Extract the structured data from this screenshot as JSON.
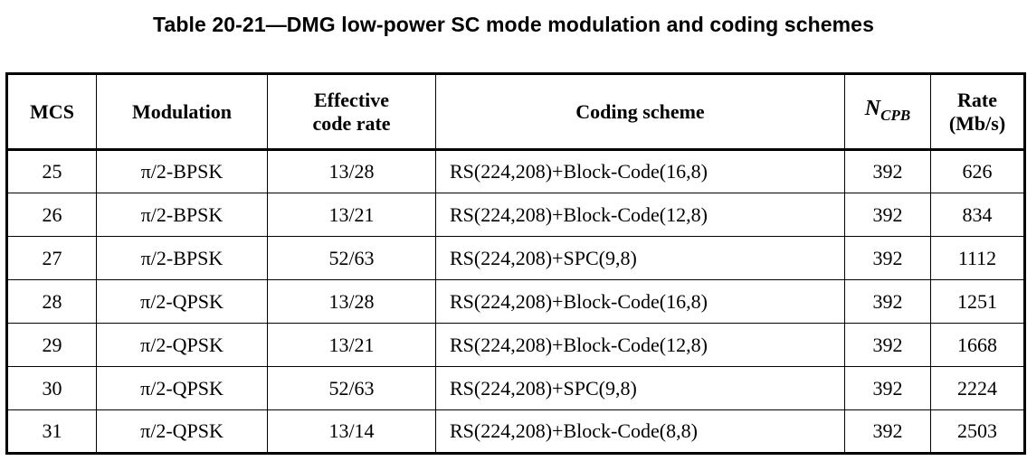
{
  "caption": "Table 20-21—DMG low-power SC mode modulation and coding schemes",
  "headers": {
    "mcs": "MCS",
    "modulation": "Modulation",
    "code_rate_line1": "Effective",
    "code_rate_line2": "code rate",
    "coding_scheme": "Coding scheme",
    "ncpb_main": "N",
    "ncpb_sub": "CPB",
    "rate_line1": "Rate",
    "rate_line2": "(Mb/s)"
  },
  "rows": [
    {
      "mcs": "25",
      "modulation": "π/2-BPSK",
      "code_rate": "13/28",
      "coding_scheme": "RS(224,208)+Block-Code(16,8)",
      "ncpb": "392",
      "rate": "626"
    },
    {
      "mcs": "26",
      "modulation": "π/2-BPSK",
      "code_rate": "13/21",
      "coding_scheme": "RS(224,208)+Block-Code(12,8)",
      "ncpb": "392",
      "rate": "834"
    },
    {
      "mcs": "27",
      "modulation": "π/2-BPSK",
      "code_rate": "52/63",
      "coding_scheme": "RS(224,208)+SPC(9,8)",
      "ncpb": "392",
      "rate": "1112"
    },
    {
      "mcs": "28",
      "modulation": "π/2-QPSK",
      "code_rate": "13/28",
      "coding_scheme": "RS(224,208)+Block-Code(16,8)",
      "ncpb": "392",
      "rate": "1251"
    },
    {
      "mcs": "29",
      "modulation": "π/2-QPSK",
      "code_rate": "13/21",
      "coding_scheme": "RS(224,208)+Block-Code(12,8)",
      "ncpb": "392",
      "rate": "1668"
    },
    {
      "mcs": "30",
      "modulation": "π/2-QPSK",
      "code_rate": "52/63",
      "coding_scheme": "RS(224,208)+SPC(9,8)",
      "ncpb": "392",
      "rate": "2224"
    },
    {
      "mcs": "31",
      "modulation": "π/2-QPSK",
      "code_rate": "13/14",
      "coding_scheme": "RS(224,208)+Block-Code(8,8)",
      "ncpb": "392",
      "rate": "2503"
    }
  ]
}
